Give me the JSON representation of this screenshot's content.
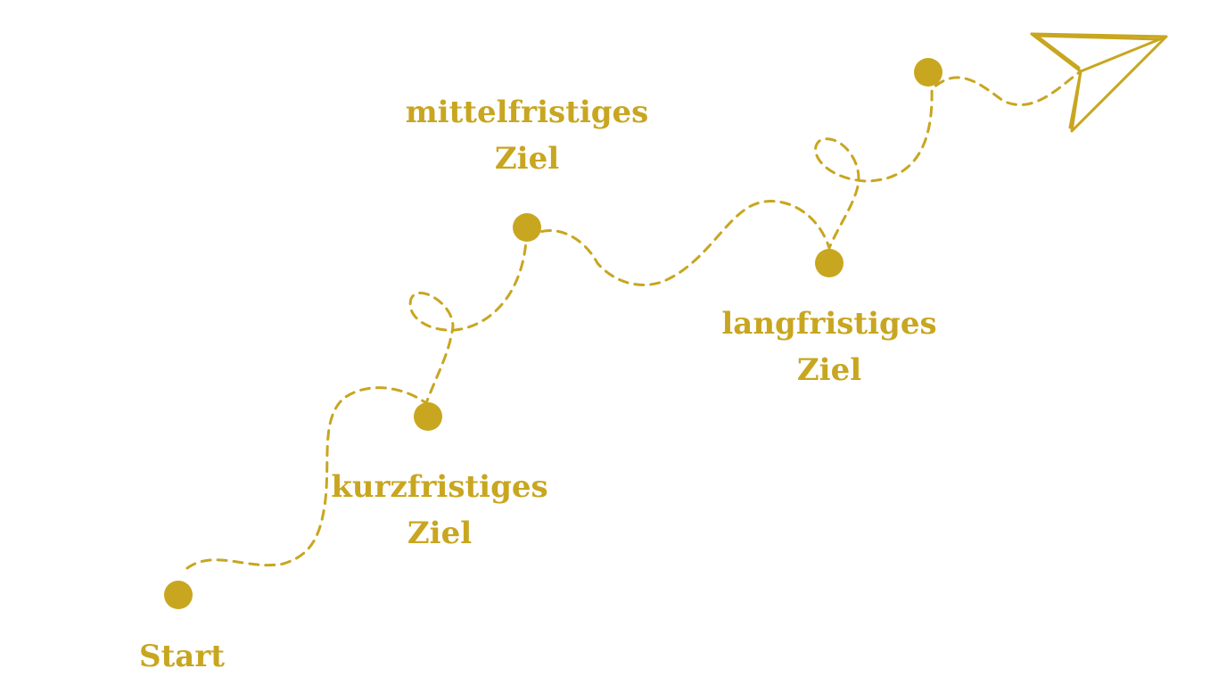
{
  "colors": {
    "accent": "#c8a620",
    "background": "#ffffff"
  },
  "icons": {
    "destination": "paper-plane-icon"
  },
  "milestones": [
    {
      "line1": "Start",
      "line2": ""
    },
    {
      "line1": "kurzfristiges",
      "line2": "Ziel"
    },
    {
      "line1": "mittelfristiges",
      "line2": "Ziel"
    },
    {
      "line1": "langfristiges",
      "line2": "Ziel"
    }
  ]
}
